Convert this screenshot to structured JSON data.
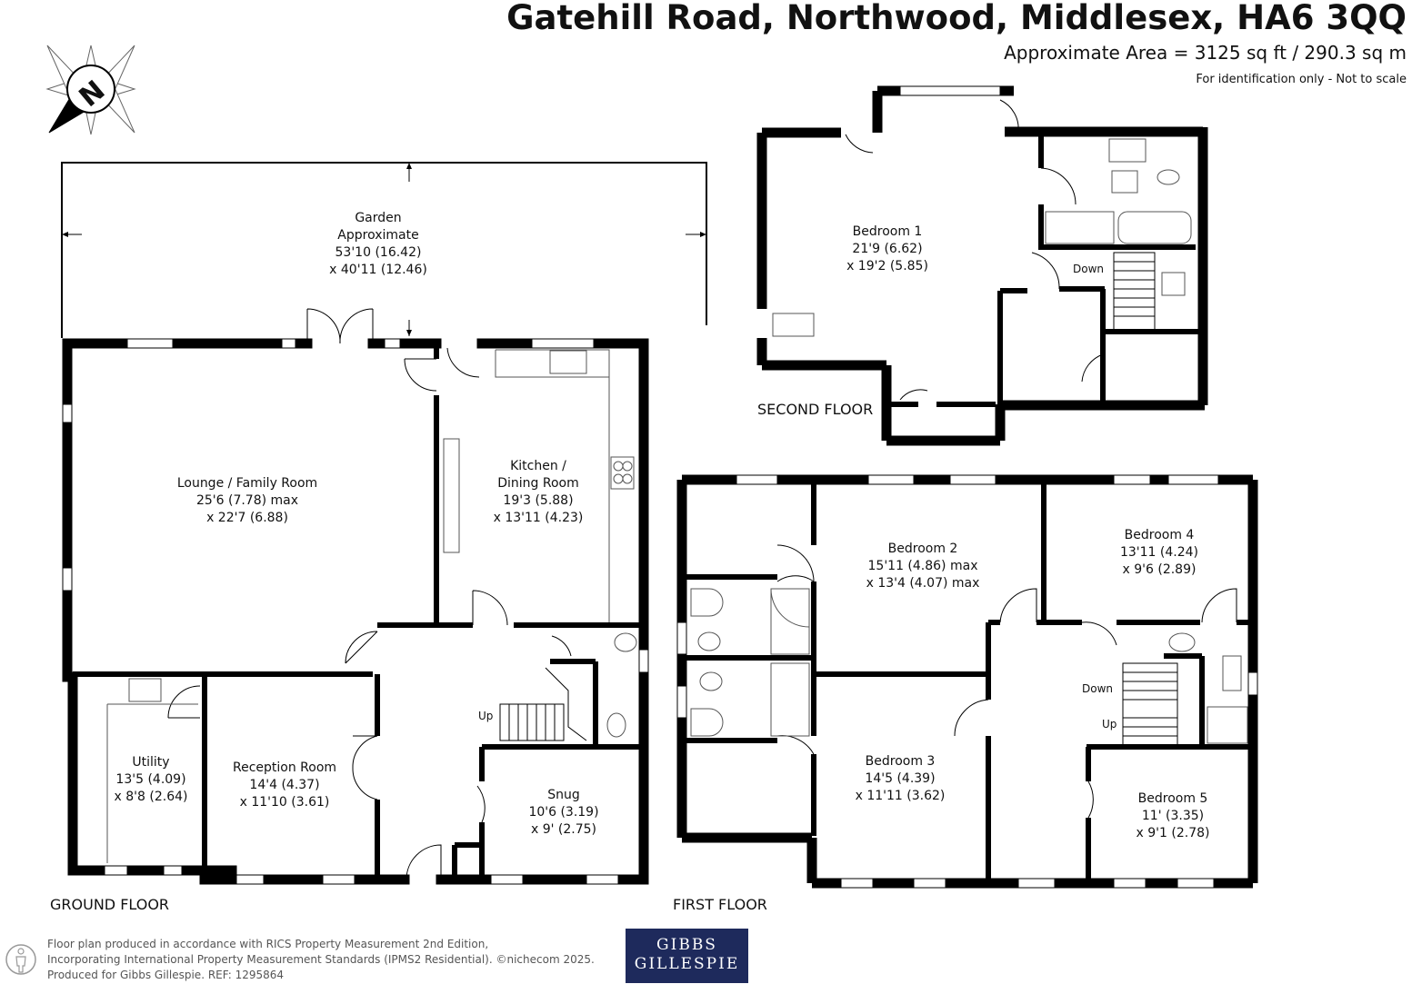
{
  "header": {
    "address": "Gatehill Road, Northwood, Middlesex, HA6 3QQ",
    "area": "Approximate Area = 3125 sq ft / 290.3 sq m",
    "disclaimer": "For identification only - Not to scale"
  },
  "compass": {
    "letter": "N",
    "icon": "compass-north-icon"
  },
  "floors": {
    "ground": "GROUND FLOOR",
    "first": "FIRST FLOOR",
    "second": "SECOND FLOOR"
  },
  "rooms": {
    "garden": {
      "name": "Garden",
      "sub": "Approximate",
      "dim1": "53'10 (16.42)",
      "dim2": "x 40'11 (12.46)"
    },
    "lounge": {
      "name": "Lounge / Family Room",
      "dim1": "25'6 (7.78) max",
      "dim2": "x 22'7 (6.88)"
    },
    "kitchen": {
      "name1": "Kitchen /",
      "name2": "Dining Room",
      "dim1": "19'3 (5.88)",
      "dim2": "x 13'11 (4.23)"
    },
    "utility": {
      "name": "Utility",
      "dim1": "13'5 (4.09)",
      "dim2": "x 8'8 (2.64)"
    },
    "reception": {
      "name": "Reception Room",
      "dim1": "14'4 (4.37)",
      "dim2": "x 11'10 (3.61)"
    },
    "snug": {
      "name": "Snug",
      "dim1": "10'6 (3.19)",
      "dim2": "x 9' (2.75)"
    },
    "bedroom1": {
      "name": "Bedroom 1",
      "dim1": "21'9 (6.62)",
      "dim2": "x 19'2 (5.85)"
    },
    "bedroom2": {
      "name": "Bedroom 2",
      "dim1": "15'11 (4.86) max",
      "dim2": "x 13'4 (4.07) max"
    },
    "bedroom3": {
      "name": "Bedroom 3",
      "dim1": "14'5 (4.39)",
      "dim2": "x 11'11 (3.62)"
    },
    "bedroom4": {
      "name": "Bedroom 4",
      "dim1": "13'11 (4.24)",
      "dim2": "x 9'6 (2.89)"
    },
    "bedroom5": {
      "name": "Bedroom 5",
      "dim1": "11' (3.35)",
      "dim2": "x 9'1 (2.78)"
    }
  },
  "stairs": {
    "up_ground": "Up",
    "down_first": "Down",
    "up_first": "Up",
    "down_second": "Down"
  },
  "footer": {
    "line1": "Floor plan produced in accordance with RICS Property Measurement 2nd Edition,",
    "line2": "Incorporating International Property Measurement Standards (IPMS2 Residential).  ©nichecom 2025.",
    "line3": "Produced for Gibbs Gillespie.   REF:  1295864",
    "logo_line1": "GIBBS",
    "logo_line2": "GILLESPIE"
  },
  "colors": {
    "wall": "#000000",
    "logo_bg": "#1e2a5c",
    "fixture": "#555555"
  }
}
